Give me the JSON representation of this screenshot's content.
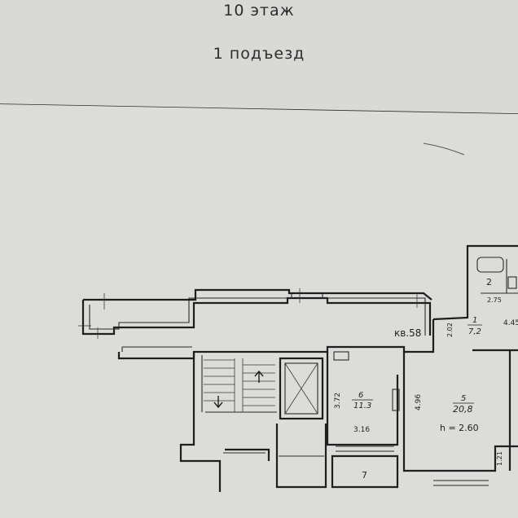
{
  "header": {
    "floor": "10 этаж",
    "entrance": "1 подъезд"
  },
  "plan": {
    "apartment_label": "кв.58",
    "rooms": [
      {
        "number": "1",
        "area": "7,2"
      },
      {
        "number": "2",
        "area": ""
      },
      {
        "number": "5",
        "area": "20,8"
      },
      {
        "number": "6",
        "area": "11.3"
      },
      {
        "number": "7",
        "area": ""
      }
    ],
    "ceiling_height": "h = 2.60",
    "dimensions": [
      "2.75",
      "4.45",
      "2.02",
      "3.72",
      "3.16",
      "4.96",
      "1.21"
    ]
  },
  "colors": {
    "paper": "#d9dad6",
    "ink": "#1d1e1f"
  }
}
